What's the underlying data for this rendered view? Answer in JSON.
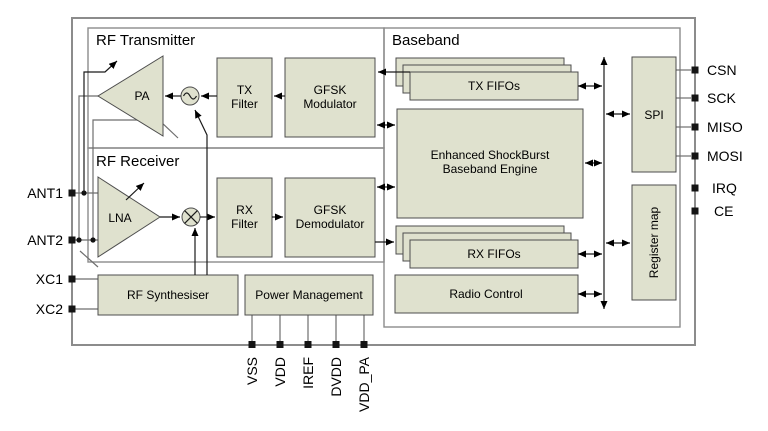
{
  "diagram": {
    "sections": {
      "rf_transmitter": "RF Transmitter",
      "rf_receiver": "RF Receiver",
      "baseband": "Baseband"
    },
    "blocks": {
      "pa": "PA",
      "lna": "LNA",
      "tx_filter": [
        "TX",
        "Filter"
      ],
      "gfsk_modulator": [
        "GFSK",
        "Modulator"
      ],
      "rx_filter": [
        "RX",
        "Filter"
      ],
      "gfsk_demodulator": [
        "GFSK",
        "Demodulator"
      ],
      "rf_synthesiser": "RF Synthesiser",
      "power_management": "Power Management",
      "tx_fifos": "TX FIFOs",
      "baseband_engine": [
        "Enhanced ShockBurst",
        "Baseband Engine"
      ],
      "rx_fifos": "RX FIFOs",
      "radio_control": "Radio Control",
      "spi": "SPI",
      "register_map": "Register map"
    },
    "pins": {
      "left": [
        "ANT1",
        "ANT2",
        "XC1",
        "XC2"
      ],
      "right": [
        "CSN",
        "SCK",
        "MISO",
        "MOSI",
        "IRQ",
        "CE"
      ],
      "bottom": [
        "VSS",
        "VDD",
        "IREF",
        "DVDD",
        "VDD_PA"
      ]
    },
    "colors": {
      "block_fill": "#dfe1ce",
      "block_border": "#4d4d4d",
      "frame_border": "#8c8c8c",
      "text": "#000000"
    }
  }
}
